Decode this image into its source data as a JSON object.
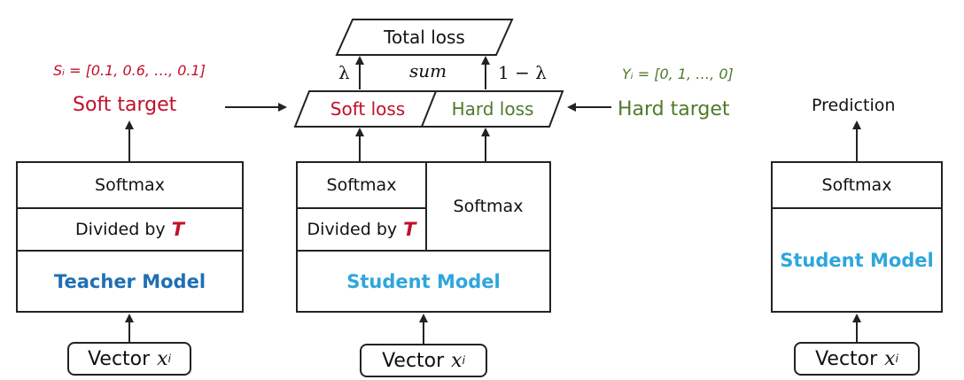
{
  "teacher": {
    "softmax": "Softmax",
    "divided_by": "Divided by",
    "T": "T",
    "model": "Teacher Model",
    "vector": "Vector",
    "x": "x",
    "sub": "i"
  },
  "student_mid": {
    "softmax_left": "Softmax",
    "divided_by": "Divided by",
    "T": "T",
    "softmax_right": "Softmax",
    "model": "Student Model",
    "vector": "Vector",
    "x": "x",
    "sub": "i"
  },
  "student_right": {
    "prediction": "Prediction",
    "softmax": "Softmax",
    "model": "Student Model",
    "vector": "Vector",
    "x": "x",
    "sub": "i"
  },
  "loss": {
    "total": "Total loss",
    "soft": "Soft loss",
    "hard": "Hard loss",
    "lambda": "λ",
    "sum": "sum",
    "one_minus_lambda": "1 − λ"
  },
  "targets": {
    "soft_vector": "Sᵢ = [0.1, 0.6, …, 0.1]",
    "soft_label": "Soft target",
    "hard_vector": "Yᵢ = [0, 1, …, 0]",
    "hard_label": "Hard target"
  },
  "colors": {
    "soft": "#c0102a",
    "hard": "#4f7a2b",
    "teacher_model": "#1f6fb5",
    "student_model": "#2ea6dc"
  }
}
